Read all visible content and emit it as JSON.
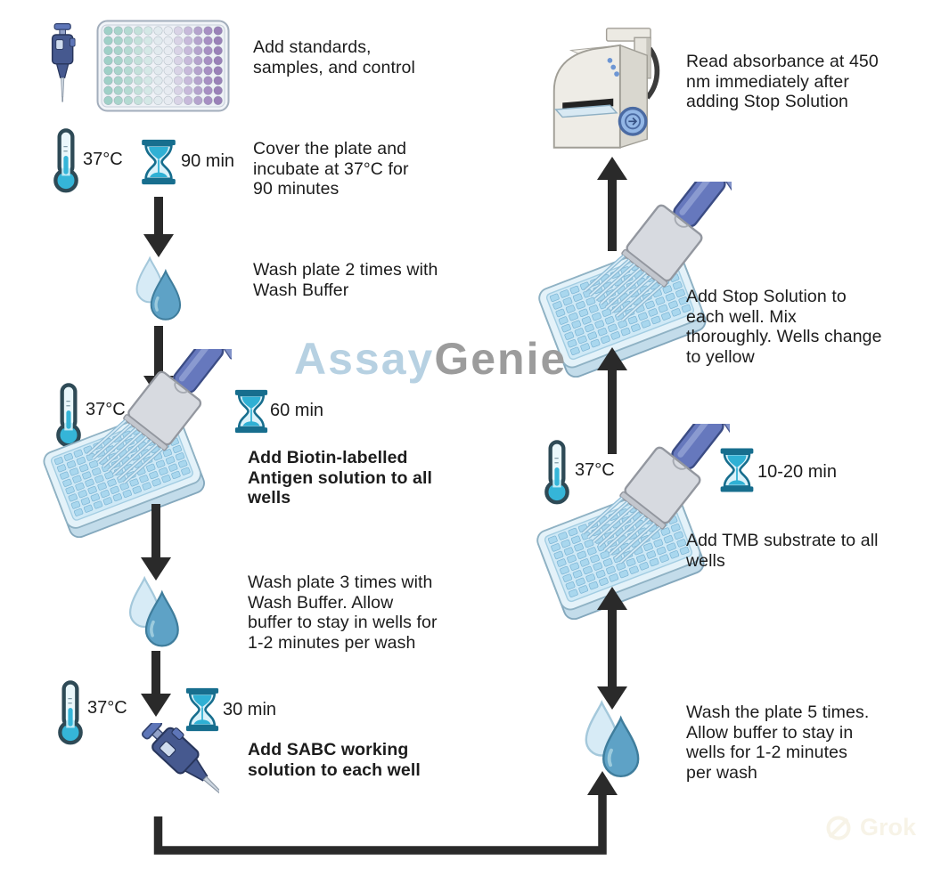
{
  "watermark": {
    "part_light": "Assay",
    "part_dark": "Genie"
  },
  "corner_watermark": {
    "label": "Grok"
  },
  "steps": {
    "add_standards": {
      "text": "Add standards,\nsamples, and control"
    },
    "incubate": {
      "temp": "37°C",
      "time": "90 min",
      "text": "Cover the plate and\nincubate at 37°C for\n90 minutes"
    },
    "wash2": {
      "text": "Wash plate 2 times with\nWash Buffer"
    },
    "biotin": {
      "temp": "37°C",
      "time": "60 min",
      "text": "Add Biotin-labelled\nAntigen solution to all\nwells"
    },
    "wash3": {
      "text": "Wash plate 3 times with\nWash Buffer. Allow\nbuffer to stay in wells for\n1-2 minutes per wash"
    },
    "sabc": {
      "temp": "37°C",
      "time": "30 min",
      "text": "Add SABC working\nsolution to each well"
    },
    "wash5": {
      "text": "Wash the plate 5 times.\nAllow buffer to stay in\nwells for 1-2 minutes\nper wash"
    },
    "tmb": {
      "temp": "37°C",
      "time": "10-20 min",
      "text": "Add TMB substrate to all\nwells"
    },
    "stop": {
      "text": "Add Stop Solution to\neach well. Mix\nthoroughly. Wells change\nto yellow"
    },
    "read": {
      "text": "Read absorbance at 450\nnm immediately after\nadding Stop Solution"
    }
  },
  "illustration": {
    "arrow_color": "#2a2a2a",
    "plate_column_colors": [
      "#9fd0c7",
      "#a8d4cb",
      "#b4dad2",
      "#c3e1da",
      "#d4e8e6",
      "#e1eaee",
      "#e7ebf1",
      "#d9d3e6",
      "#c7b9da",
      "#b5a3cd",
      "#a78fc3",
      "#9a81b8"
    ],
    "well_plate_frame": "#eef2f7",
    "thermometer_accent": "#35b5d8",
    "hourglass_accent": "#2fb0d4",
    "drop_front": "#5ea2c6",
    "drop_back": "#d7ebf6",
    "pipette_body": "#46598f",
    "mc_barrel": "#6678bd",
    "mc_plate": "#e4f2f9",
    "mc_well": "#a9d7ee",
    "machine_body": "#eeece6",
    "machine_button": "#93b7e6",
    "watermark_light": "#b7d1e2",
    "watermark_dark": "#9c9c9c"
  }
}
